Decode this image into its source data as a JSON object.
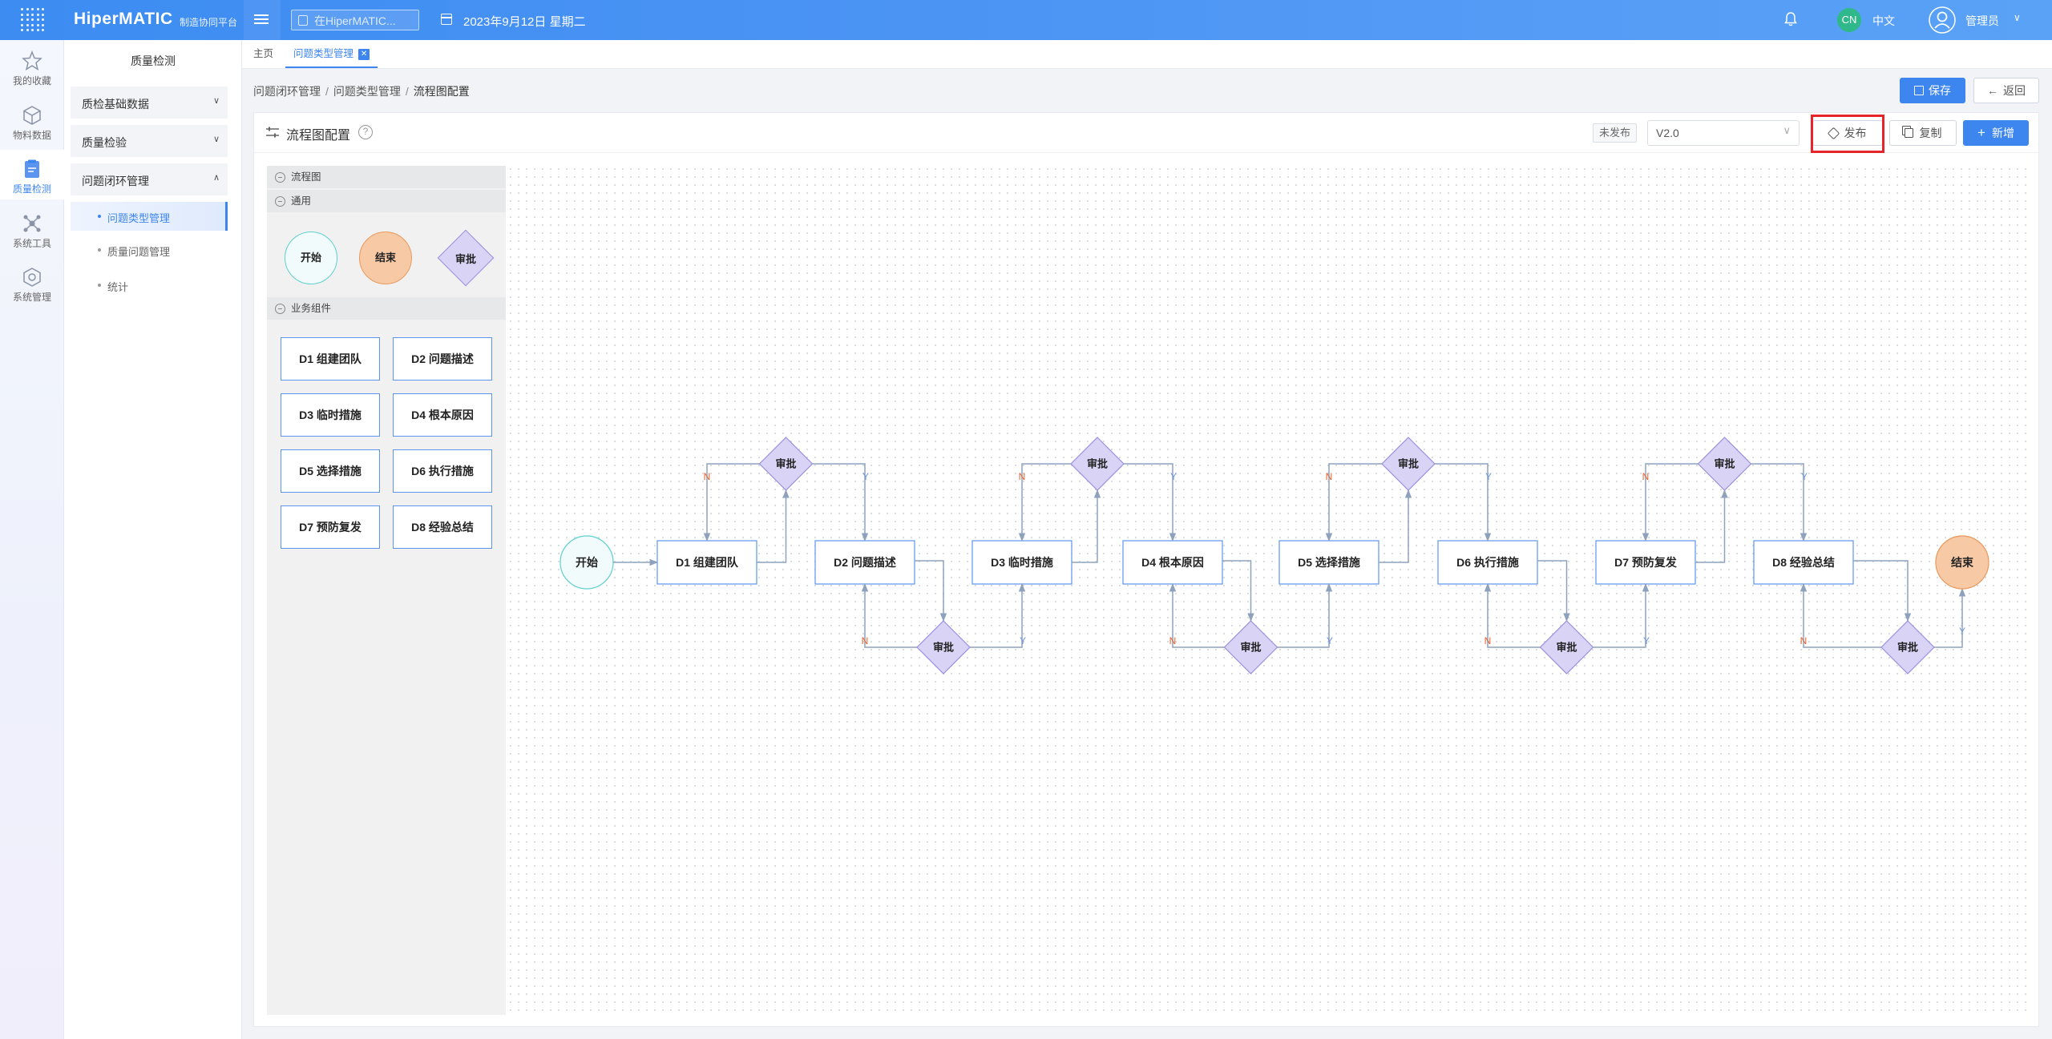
{
  "header": {
    "brand": "HiperMATIC",
    "brand_sub": "制造协同平台",
    "search_placeholder": "在HiperMATIC...",
    "date": "2023年9月12日 星期二",
    "lang_badge": "CN",
    "lang_label": "中文",
    "user_name": "管理员"
  },
  "rail": {
    "items": [
      {
        "label": "我的收藏",
        "icon": "star-icon"
      },
      {
        "label": "物料数据",
        "icon": "cube-icon"
      },
      {
        "label": "质量检测",
        "icon": "clipboard-icon"
      },
      {
        "label": "系统工具",
        "icon": "network-icon"
      },
      {
        "label": "系统管理",
        "icon": "box-icon"
      }
    ],
    "active_index": 2
  },
  "submenu": {
    "title": "质量检测",
    "groups": [
      {
        "label": "质检基础数据",
        "expanded": false
      },
      {
        "label": "质量检验",
        "expanded": false
      },
      {
        "label": "问题闭环管理",
        "expanded": true
      }
    ],
    "items": [
      {
        "label": "问题类型管理",
        "active": true
      },
      {
        "label": "质量问题管理",
        "active": false
      },
      {
        "label": "统计",
        "active": false
      }
    ]
  },
  "tabs": [
    {
      "label": "主页",
      "active": false
    },
    {
      "label": "问题类型管理",
      "active": true
    }
  ],
  "breadcrumb": [
    "问题闭环管理",
    "问题类型管理",
    "流程图配置"
  ],
  "toolbar": {
    "save_label": "保存",
    "back_label": "返回"
  },
  "panel": {
    "title": "流程图配置",
    "help": "?",
    "status": "未发布",
    "version": "V2.0",
    "publish_label": "发布",
    "copy_label": "复制",
    "add_label": "新增"
  },
  "palette": {
    "section_flow": "流程图",
    "section_common": "通用",
    "start": "开始",
    "end": "结束",
    "approve": "审批",
    "section_business": "业务组件",
    "components": [
      "D1 组建团队",
      "D2 问题描述",
      "D3 临时措施",
      "D4 根本原因",
      "D5 选择措施",
      "D6 执行措施",
      "D7 预防复发",
      "D8 经验总结"
    ]
  },
  "flow": {
    "start": "开始",
    "end": "结束",
    "approve": "审批",
    "yes": "Y",
    "no": "N",
    "steps": [
      "D1 组建团队",
      "D2 问题描述",
      "D3 临时措施",
      "D4 根本原因",
      "D5 选择措施",
      "D6 执行措施",
      "D7 预防复发",
      "D8 经验总结"
    ]
  },
  "colors": {
    "primary": "#3d85ef",
    "highlight": "#e6242a",
    "start_fill": "#f2fbfb",
    "end_fill": "#f7c9a5",
    "diamond_fill": "#d9d4f5",
    "edge": "#8ea2bd",
    "no_label": "#e8602c",
    "yes_label": "#6f95d6"
  }
}
